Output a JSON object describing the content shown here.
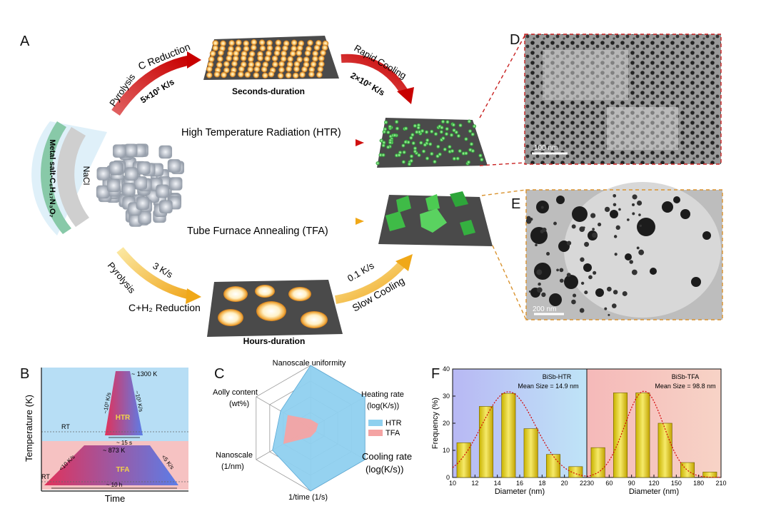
{
  "panel_a": {
    "letter": "A",
    "salt_label": "Metal salt-C₆H₁₇N₃O₇",
    "nacl_label": "NaCl",
    "top_path": {
      "step1": "Pyrolysis",
      "step2": "C Reduction",
      "heat_rate": "5×10² K/s",
      "duration": "Seconds-duration",
      "cool_label": "Rapid Cooling",
      "cool_rate": "2×10² K/s"
    },
    "htr_label": "High Temperature Radiation (HTR)",
    "tfa_label": "Tube Furnace Annealing (TFA)",
    "bottom_path": {
      "step1": "Pyrolysis",
      "heat_rate": "3 K/s",
      "step2": "C+H₂ Reduction",
      "duration": "Hours-duration",
      "cool_rate": "0.1 K/s",
      "cool_label": "Slow Cooling"
    }
  },
  "panel_d": {
    "letter": "D",
    "scale_bar": "100 nm"
  },
  "panel_e": {
    "letter": "E",
    "scale_bar": "200 nm"
  },
  "panel_b": {
    "letter": "B",
    "ylabel": "Temperature (K)",
    "xlabel": "Time",
    "rt1": "RT",
    "rt2": "RT",
    "htr_peak": "~ 1300 K",
    "htr_heat": "~10³ K/s",
    "htr_cool": "~10³ K/s",
    "htr_name": "HTR",
    "htr_time": "~ 15 s",
    "tfa_peak": "~ 873 K",
    "tfa_heat": "<10 K/s",
    "tfa_cool": "<5 K/s",
    "tfa_name": "TFA",
    "tfa_time": "~ 10 h"
  },
  "panel_c": {
    "letter": "C",
    "axes": [
      "Nanoscale uniformity",
      "Heating rate",
      "(log(K/s))",
      "Cooling rate",
      "(log(K/s))",
      "1/time (1/s)",
      "Nanoscale",
      "(1/nm)",
      "Aolly content",
      "(wt%)"
    ],
    "legend": [
      "HTR",
      "TFA"
    ],
    "colors": {
      "htr": "#8fd0ef",
      "tfa": "#f4a3a3"
    }
  },
  "chart_data": {
    "type": "bar",
    "title": "",
    "ylabel": "Frequency (%)",
    "ylim": [
      0,
      40
    ],
    "yticks": [
      "0",
      "10",
      "20",
      "30",
      "40"
    ],
    "subplots": [
      {
        "name": "BiSb-HTR",
        "annotation": "Mean Size = 14.9 nm",
        "xlabel": "Diameter  (nm)",
        "xticks": [
          "10",
          "12",
          "14",
          "16",
          "18",
          "20",
          "22"
        ],
        "x": [
          11,
          13,
          15,
          17,
          19,
          21
        ],
        "values": [
          12.8,
          26.2,
          31.0,
          18.0,
          8.5,
          4.0
        ]
      },
      {
        "name": "BiSb-TFA",
        "annotation": "Mean Size = 98.8 nm",
        "xlabel": "Diameter (nm)",
        "xticks": [
          "30",
          "60",
          "90",
          "120",
          "150",
          "180",
          "210"
        ],
        "x": [
          45,
          75,
          105,
          135,
          165,
          195
        ],
        "values": [
          11.0,
          31.2,
          31.2,
          20.0,
          5.5,
          2.0
        ]
      }
    ]
  },
  "panel_f": {
    "letter": "F"
  }
}
